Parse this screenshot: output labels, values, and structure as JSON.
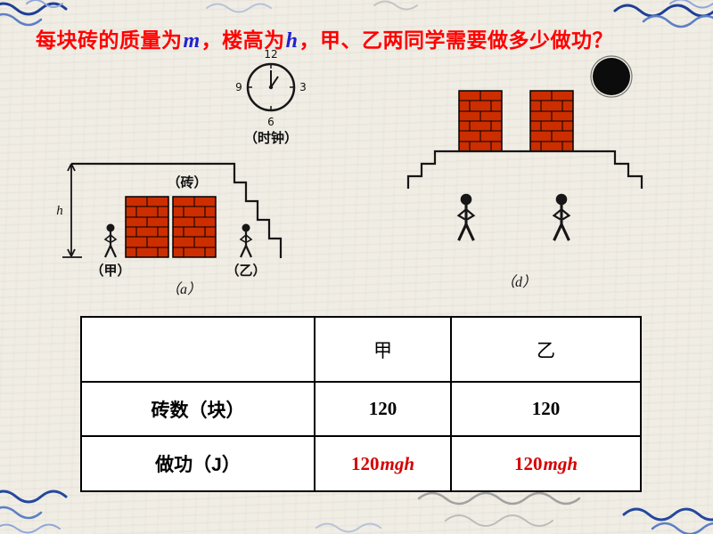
{
  "title": {
    "part1": "每块砖的质量为",
    "var1": "m",
    "part2": "，楼高为",
    "var2": "h",
    "part3": "，甲、乙两同学需要做多少做功？"
  },
  "clock": {
    "label": "（时钟）",
    "num_top": "12",
    "num_right": "3",
    "num_bottom": "6",
    "num_left": "9"
  },
  "scene_a": {
    "height_label": "h",
    "brick_label": "（砖）",
    "jia_label": "（甲）",
    "yi_label": "（乙）",
    "caption": "（a）"
  },
  "scene_d": {
    "caption": "（d）"
  },
  "table": {
    "header": {
      "blank": "",
      "jia": "甲",
      "yi": "乙"
    },
    "row_bricks": {
      "label": "砖数（块）",
      "jia": "120",
      "yi": "120"
    },
    "row_work": {
      "label": "做功（J）",
      "jia_num": "120",
      "jia_var": "mgh",
      "yi_num": "120",
      "yi_var": "mgh"
    }
  },
  "colors": {
    "title_red": "#ff0000",
    "var_blue": "#2222cc",
    "brick_red": "#cc2e00",
    "work_red": "#d60000",
    "paper": "#f0ede5"
  }
}
